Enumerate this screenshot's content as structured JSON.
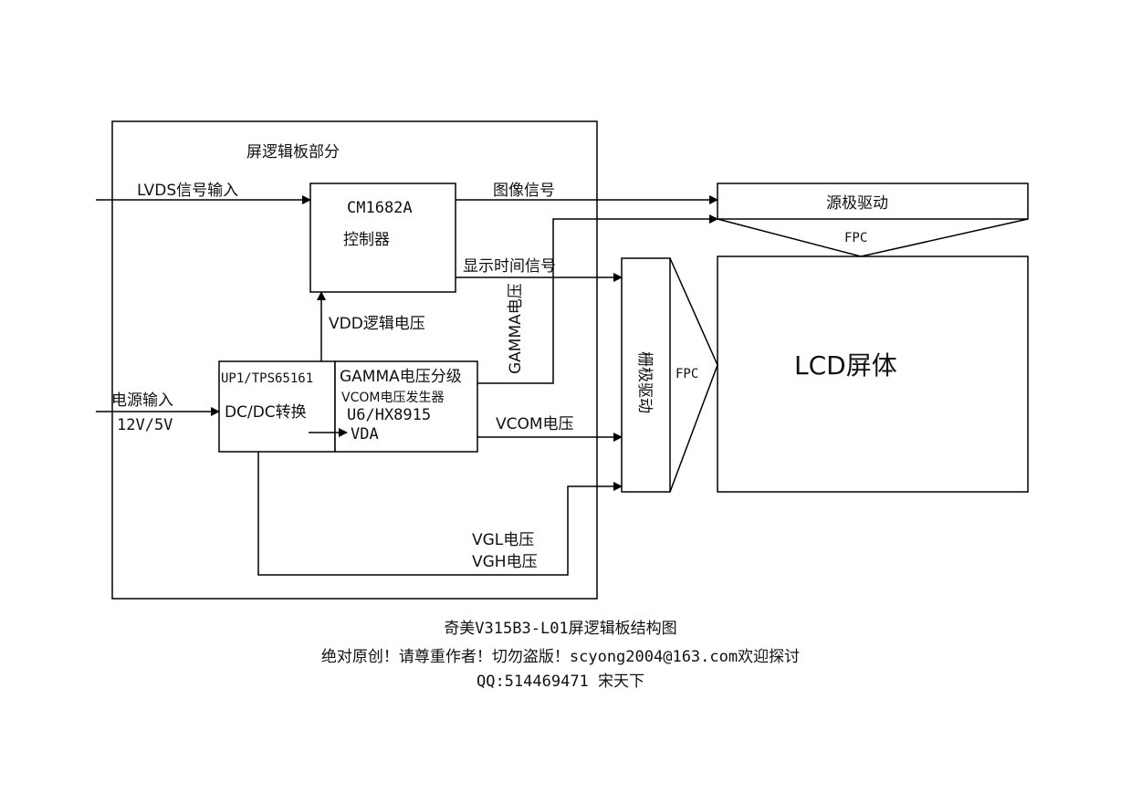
{
  "board": {
    "title": "屏逻辑板部分"
  },
  "controller": {
    "line1": "CM1682A",
    "line2": "控制器"
  },
  "dcdc": {
    "line1": "UP1/TPS65161",
    "line2": "DC/DC转换"
  },
  "gamma": {
    "line1": "GAMMA电压分级",
    "line2": "VCOM电压发生器",
    "line3": "U6/HX8915"
  },
  "source_driver": {
    "label": "源极驱动",
    "fpc": "FPC"
  },
  "gate_driver": {
    "label": "栅极驱动",
    "fpc": "FPC"
  },
  "lcd": {
    "label": "LCD屏体"
  },
  "signals": {
    "lvds_in": "LVDS信号输入",
    "image": "图像信号",
    "timing": "显示时间信号",
    "vdd": "VDD逻辑电压",
    "gamma_v": "GAMMA电压",
    "power_in": "电源输入",
    "power_spec": "12V/5V",
    "vda": "VDA",
    "vcom": "VCOM电压",
    "vgl": "VGL电压",
    "vgh": "VGH电压"
  },
  "caption": {
    "title": "奇美V315B3-L01屏逻辑板结构图",
    "notice": "绝对原创！请尊重作者！切勿盗版！scyong2004@163.com欢迎探讨",
    "contact": "QQ:514469471 宋天下"
  }
}
